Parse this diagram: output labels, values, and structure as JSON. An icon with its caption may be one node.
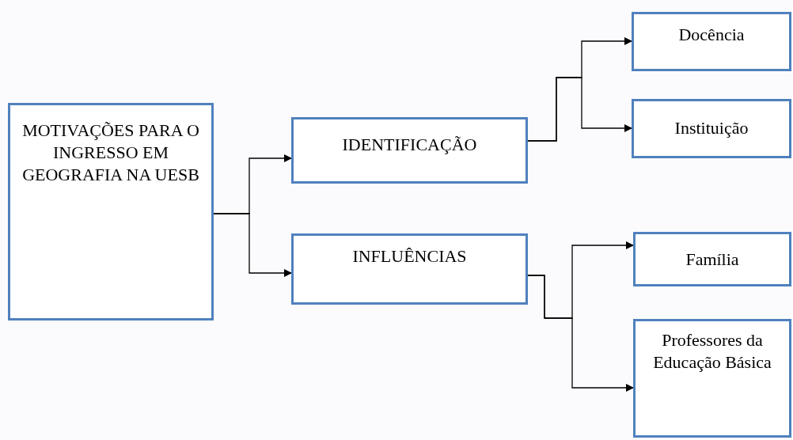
{
  "diagram": {
    "nodes": [
      {
        "text": [
          "MOTIVAÇÕES PARA O INGRESSO EM GEOGRAFIA NA UESB"
        ]
      },
      {
        "text": [
          "IDENTIFICAÇÃO"
        ]
      },
      {
        "text": [
          "INFLUÊNCIAS"
        ]
      },
      {
        "text": [
          "Docência"
        ]
      },
      {
        "text": [
          "Instituição"
        ]
      },
      {
        "text": [
          "Família"
        ]
      },
      {
        "text": [
          "Professores da Educação Básica"
        ]
      }
    ],
    "edges": [
      {
        "from": 0,
        "to": 1,
        "arrow": "to"
      },
      {
        "from": 0,
        "to": 2,
        "arrow": "to"
      },
      {
        "from": 1,
        "to": 3,
        "arrow": "to"
      },
      {
        "from": 1,
        "to": 4,
        "arrow": "to"
      },
      {
        "from": 2,
        "to": 5,
        "arrow": "to"
      },
      {
        "from": 2,
        "to": 6,
        "arrow": "to"
      }
    ]
  }
}
